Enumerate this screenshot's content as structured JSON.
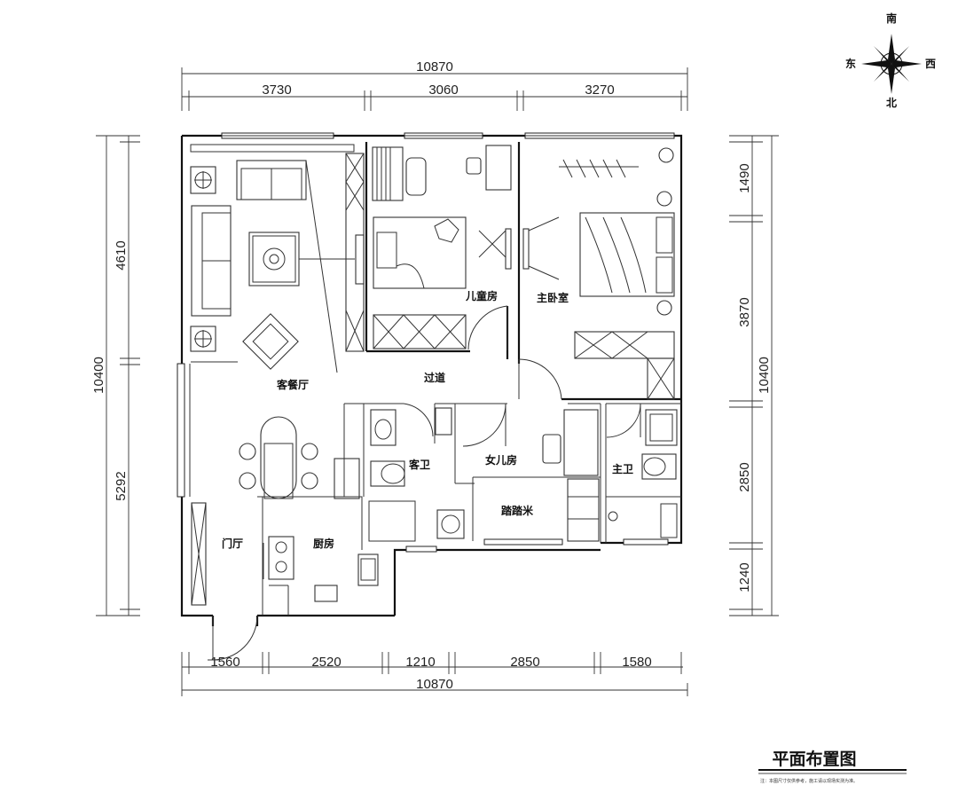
{
  "compass": {
    "north": "北",
    "south": "南",
    "east": "东",
    "west": "西"
  },
  "dimensions": {
    "top_total": "10870",
    "top_segments": [
      "3730",
      "3060",
      "3270"
    ],
    "bottom_total": "10870",
    "bottom_segments": [
      "1560",
      "2520",
      "1210",
      "2850",
      "1580"
    ],
    "left_total": "10400",
    "left_segments": [
      "4610",
      "5292"
    ],
    "right_total": "10400",
    "right_segments": [
      "1490",
      "3870",
      "2850",
      "1240"
    ]
  },
  "rooms": {
    "living_dining": "客餐厅",
    "corridor": "过道",
    "children_room": "儿童房",
    "master_bedroom": "主卧室",
    "guest_bath": "客卫",
    "daughter_room": "女儿房",
    "tatami": "踏踏米",
    "master_bath": "主卫",
    "foyer": "门厅",
    "kitchen": "厨房"
  },
  "title": {
    "text": "平面布置图",
    "note": "注：本图尺寸仅供参考，施工请以现场实测为准。"
  }
}
